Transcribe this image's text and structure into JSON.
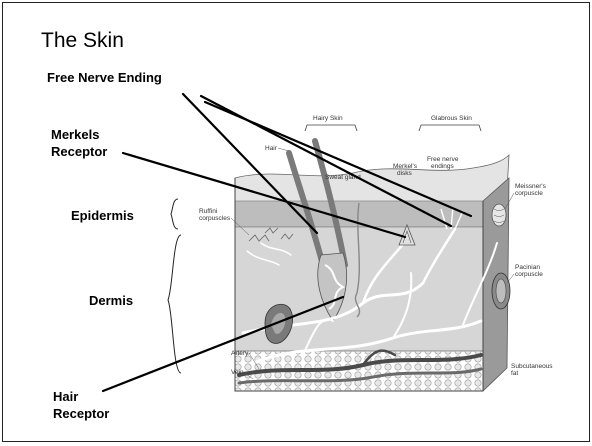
{
  "slide": {
    "title": "The Skin",
    "labels": {
      "free_nerve_ending": "Free Nerve Ending",
      "merkels_receptor_line1": "Merkels",
      "merkels_receptor_line2": "Receptor",
      "epidermis": "Epidermis",
      "dermis": "Dermis",
      "hair_receptor_line1": "Hair",
      "hair_receptor_line2": "Receptor"
    }
  },
  "diagram": {
    "labels": {
      "hairy_skin": "Hairy Skin",
      "glabrous_skin": "Glabrous Skin",
      "hair": "Hair",
      "sweat_gland": "Sweat gland",
      "merkels_disks_1": "Merkel's",
      "merkels_disks_2": "disks",
      "free_nerve_endings_1": "Free nerve",
      "free_nerve_endings_2": "endings",
      "meissners_1": "Meissner's",
      "meissners_2": "corpuscle",
      "ruffini_1": "Ruffini",
      "ruffini_2": "corpuscles",
      "pacinian_1": "Pacinian",
      "pacinian_2": "corpuscle",
      "artery": "Artery",
      "vein": "Vein",
      "subcutaneous_1": "Subcutaneous",
      "subcutaneous_2": "fat"
    },
    "colors": {
      "epidermis": "#bdbdbd",
      "dermis": "#d6d6d6",
      "side_face": "#9a9a9a",
      "top_face": "#e4e4e4",
      "nerve": "#ffffff"
    }
  }
}
